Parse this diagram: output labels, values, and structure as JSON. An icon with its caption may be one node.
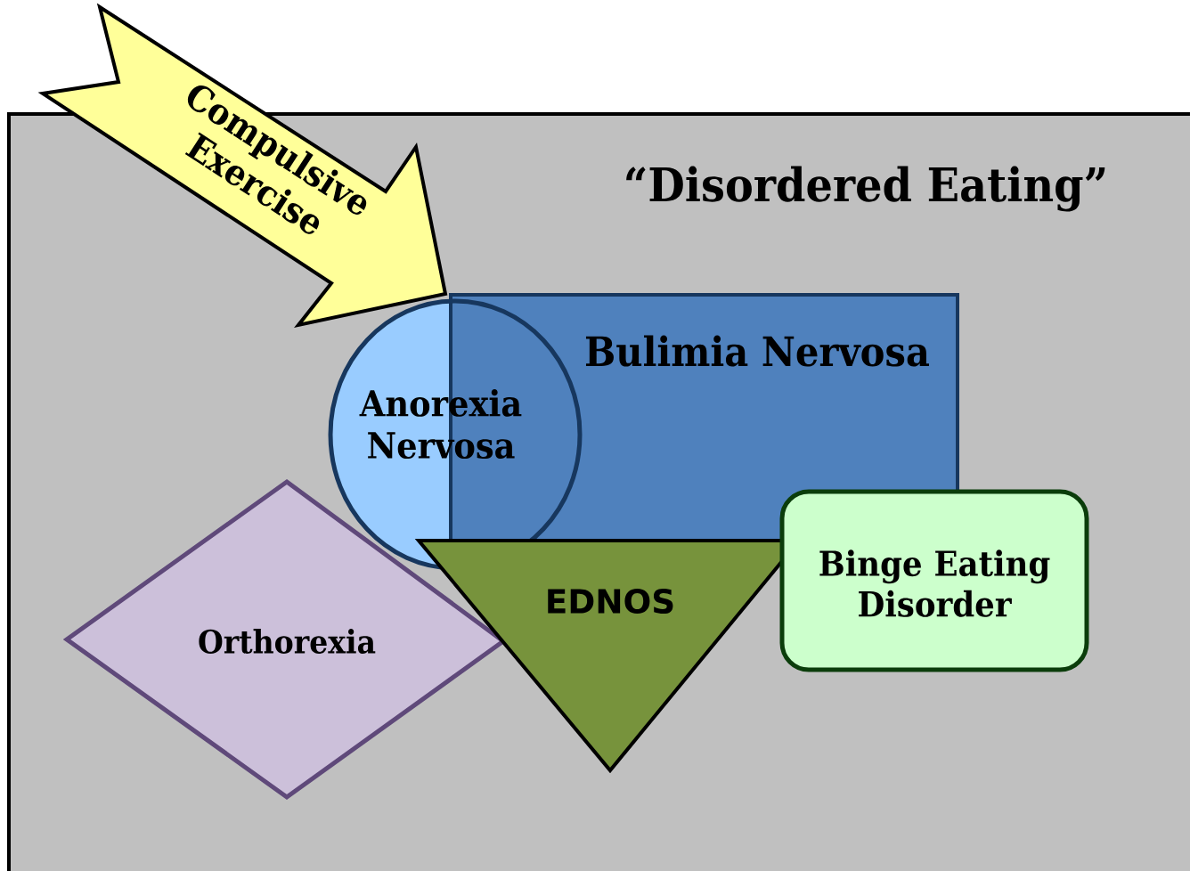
{
  "diagram": {
    "nodes": [
      {
        "text": [
          "Compulsive Exercise"
        ]
      },
      {
        "text": [
          "“Disordered Eating”"
        ]
      },
      {
        "text": [
          "Bulimia Nervosa"
        ],
        "in": 1
      },
      {
        "text": [
          "Anorexia Nervosa"
        ],
        "in": 1
      },
      {
        "text": [
          "Orthorexia"
        ],
        "in": 1
      },
      {
        "text": [
          "EDNOS"
        ],
        "in": 1
      },
      {
        "text": [
          "Binge Eating Disorder"
        ],
        "in": 1
      }
    ]
  }
}
